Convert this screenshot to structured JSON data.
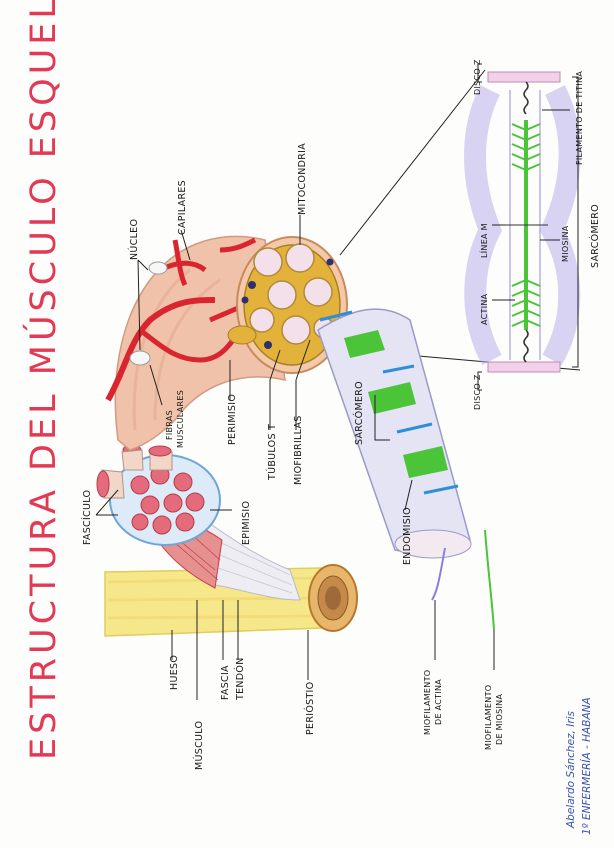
{
  "title": "ESTRUCTURA DEL MÚSCULO ESQUELÉTICO",
  "signature": {
    "author": "Abelardo Sánchez, Iris",
    "course": "1º ENFERMERÍA - HABANA"
  },
  "labels": {
    "hueso": "HUESO",
    "musculo": "MÚSCULO",
    "fascia": "FASCIA",
    "tendon": "TENDÓN",
    "periostio": "PERIÓSTIO",
    "fasciculo": "FASCÍCULO",
    "epimisio": "EPIMISIO",
    "fibras_musculares_1": "FIBRAS",
    "fibras_musculares_2": "MUSCULARES",
    "nucleo": "NÚCLEO",
    "capilares": "CAPILARES",
    "perimisio": "PERIMISIO",
    "tubulos_t": "TÚBULOS T",
    "miofibrillas": "MIOFIBRILLAS",
    "mitocondria": "MITOCONDRIA",
    "sarcomero_mid": "SARCÓMERO",
    "endomisio": "ENDOMISIO",
    "miofilamento_actina_1": "MIOFILAMENTO",
    "miofilamento_actina_2": "DE ACTINA",
    "miofilamento_miosina_1": "MIOFILAMENTO",
    "miofilamento_miosina_2": "DE MIOSINA",
    "disco_z_top": "DISCO Z",
    "disco_z_bottom": "DISCO Z",
    "filamento_titina": "FILAMENTO DE TITINA",
    "linea_m": "LÍNEA M",
    "actina": "ACTINA",
    "miosina": "MIOSINA",
    "sarcomero_right": "SARCÓMERO"
  },
  "colors": {
    "title": "#e23a55",
    "bone": "#f6e88a",
    "muscle": "#e8b49a",
    "vessel": "#d9252f",
    "myosin": "#4cc43a",
    "actin": "#8a7ee0",
    "t_tubule": "#2f8fd6",
    "mitochondria": "#d8a82a"
  }
}
